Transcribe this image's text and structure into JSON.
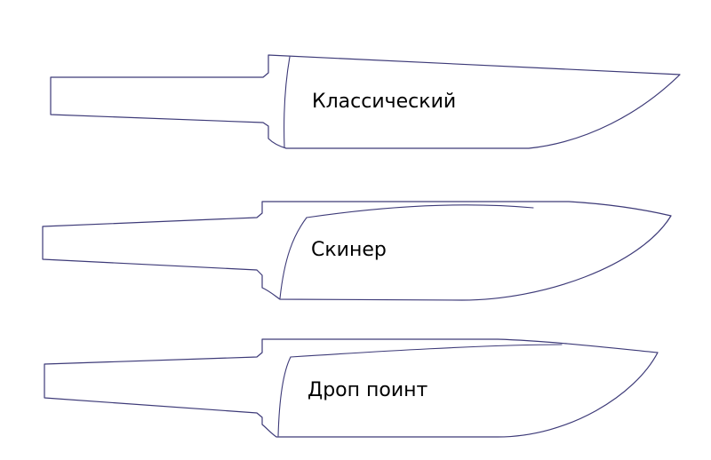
{
  "knives": [
    {
      "id": "classic",
      "label": "Классический"
    },
    {
      "id": "skinner",
      "label": "Скинер"
    },
    {
      "id": "drop_point",
      "label": "Дроп поинт"
    }
  ],
  "colors": {
    "background": "#ffffff",
    "outline": "#3d3a78",
    "text": "#000000"
  }
}
